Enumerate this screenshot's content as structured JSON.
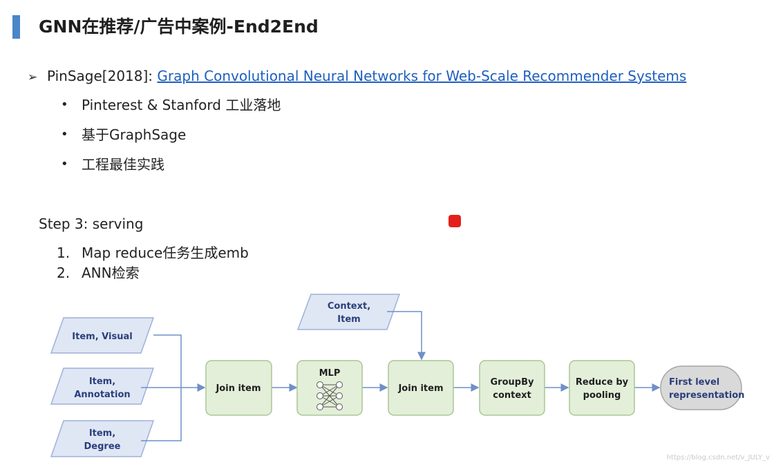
{
  "slide": {
    "title": "GNN在推荐/广告中案例-End2End",
    "accent_color": "#4a86c8"
  },
  "paper": {
    "arrow": "➢",
    "prefix": "PinSage[2018]: ",
    "link_text": "Graph Convolutional Neural Networks for Web-Scale Recommender Systems",
    "link_color": "#1f5fbf"
  },
  "points": [
    "Pinterest & Stanford 工业落地",
    "基于GraphSage",
    "工程最佳实践"
  ],
  "bullet_glyph": "•",
  "step": {
    "heading": "Step 3: serving",
    "items": [
      {
        "num": "1.",
        "text": "Map reduce任务生成emb"
      },
      {
        "num": "2.",
        "text": "ANN检索"
      }
    ]
  },
  "diagram": {
    "inputs": [
      {
        "lines": [
          "Item, Visual"
        ]
      },
      {
        "lines": [
          "Item,",
          "Annotation"
        ]
      },
      {
        "lines": [
          "Item,",
          "Degree"
        ]
      }
    ],
    "context_input": {
      "lines": [
        "Context,",
        "Item"
      ]
    },
    "nodes": [
      {
        "lines": [
          "Join item"
        ]
      },
      {
        "lines": [
          "MLP"
        ]
      },
      {
        "lines": [
          "Join item"
        ]
      },
      {
        "lines": [
          "GroupBy",
          "context"
        ]
      },
      {
        "lines": [
          "Reduce by",
          "pooling"
        ]
      }
    ],
    "output": {
      "lines": [
        "First level",
        "representation"
      ]
    },
    "colors": {
      "input_fill": "#dfe6f4",
      "input_stroke": "#9fb1d8",
      "node_fill": "#e3efd8",
      "node_stroke": "#a9c597",
      "output_fill": "#d9d9d9",
      "output_stroke": "#a6a6a6",
      "arrow": "#6f8fc7"
    }
  },
  "watermark": "https://blog.csdn.net/v_JULY_v"
}
